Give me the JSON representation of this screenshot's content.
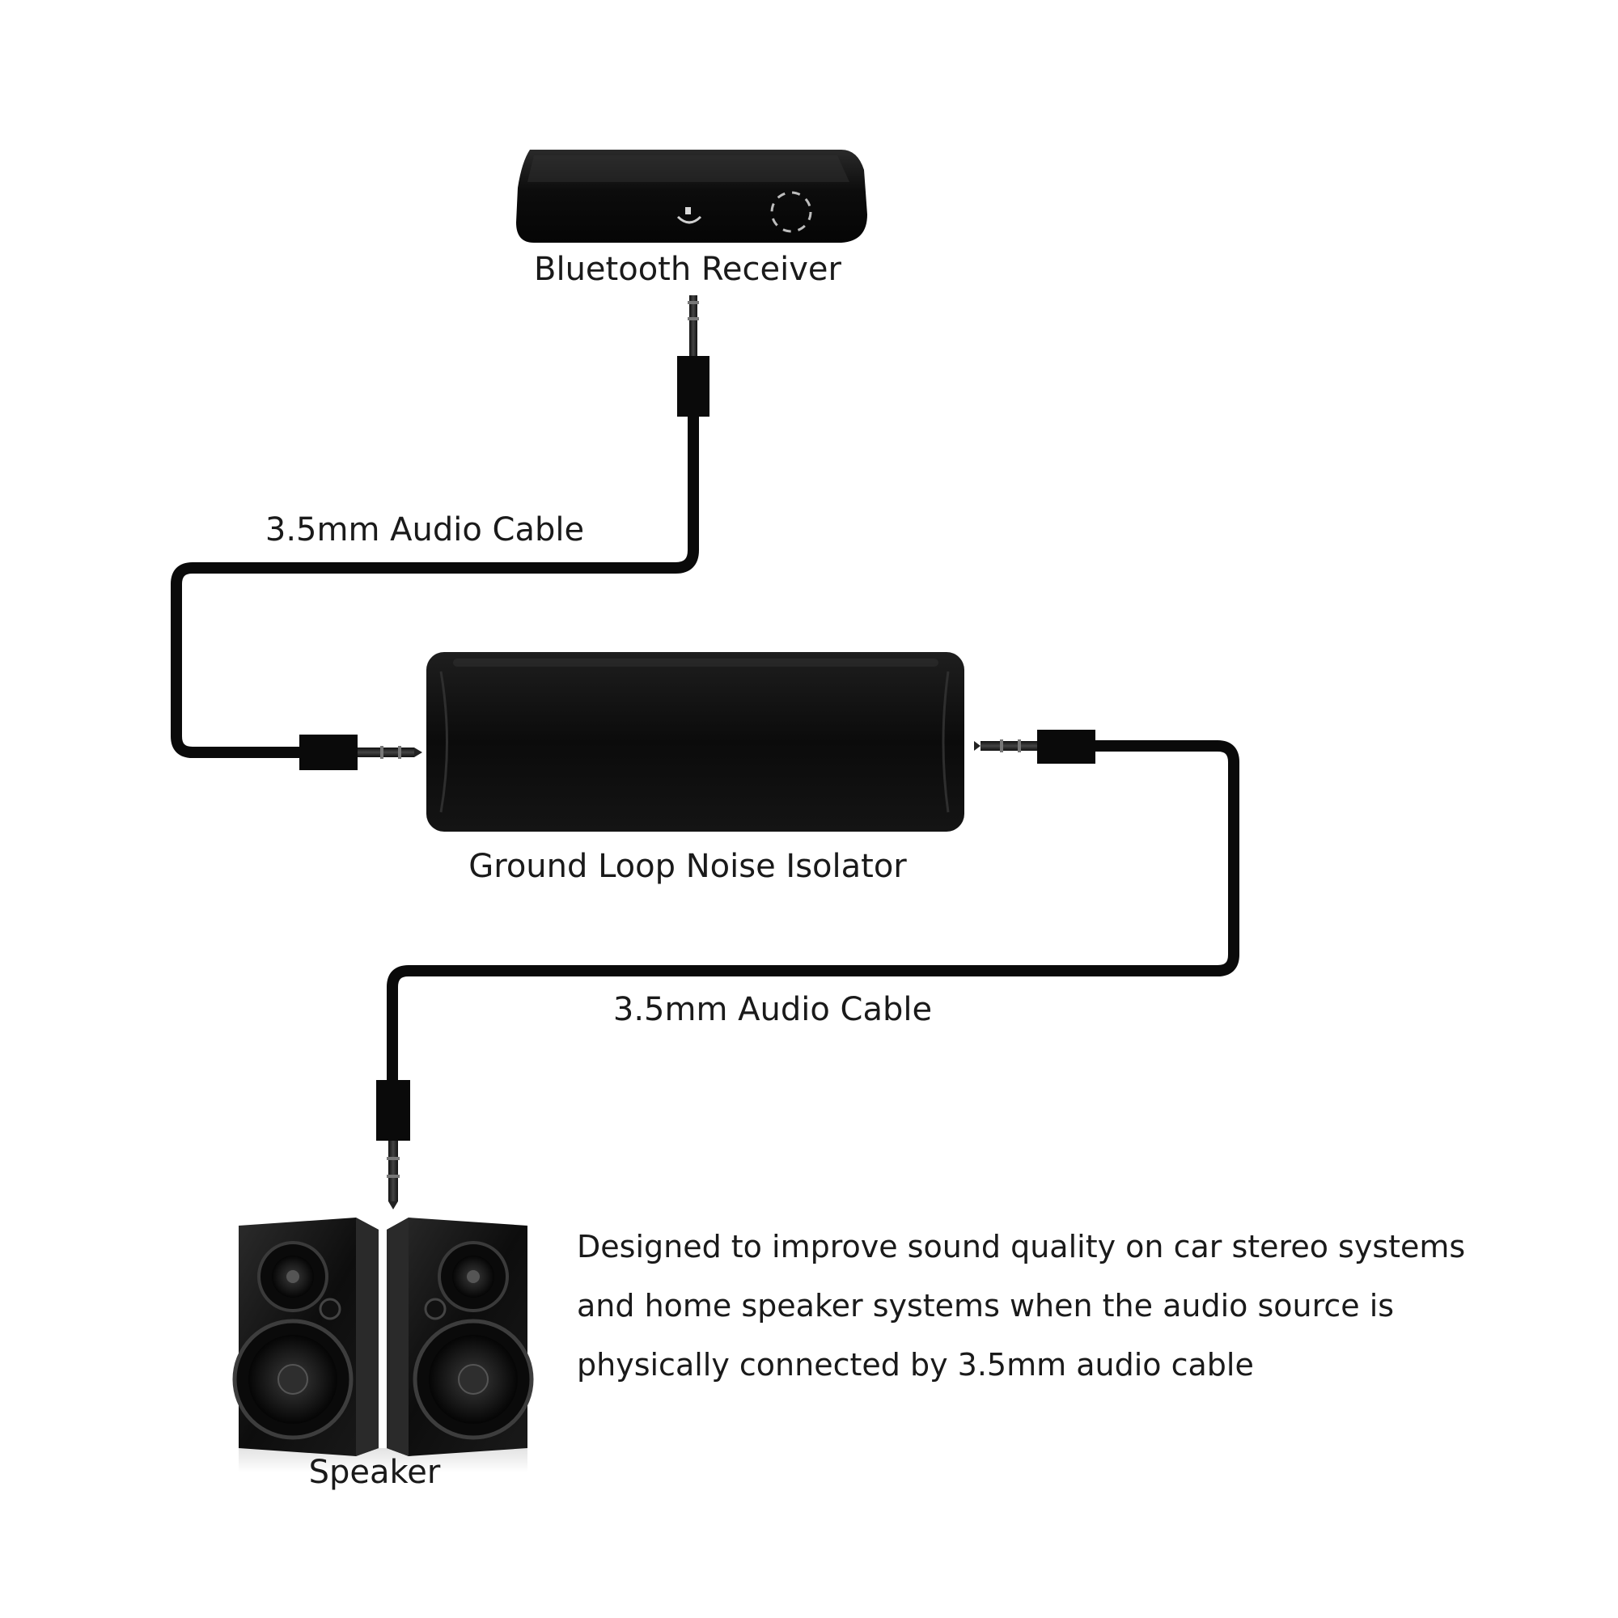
{
  "labels": {
    "receiver": "Bluetooth Receiver",
    "cable_top": "3.5mm Audio Cable",
    "isolator": "Ground Loop Noise Isolator",
    "cable_bottom": "3.5mm Audio Cable",
    "speaker": "Speaker"
  },
  "description": {
    "lines": [
      "Designed to improve sound quality on car stereo systems",
      "and home speaker systems when the audio source is",
      "physically connected by 3.5mm audio cable"
    ]
  },
  "colors": {
    "device": "#0b0b0b",
    "cable": "#0a0a0a",
    "text": "#1a1a1a",
    "background": "#ffffff"
  }
}
